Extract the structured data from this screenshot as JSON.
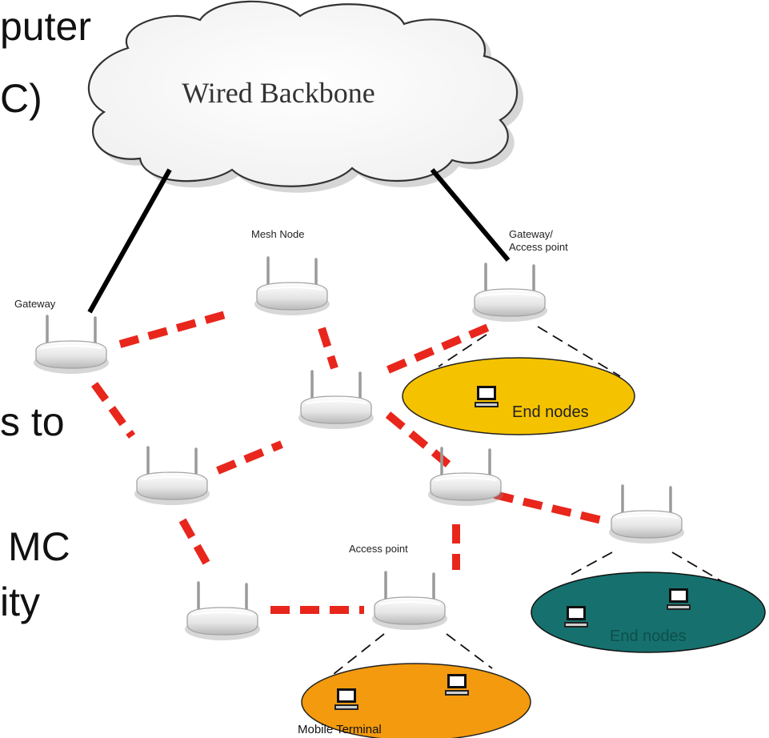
{
  "side_text": [
    "puter",
    "C)",
    "s to",
    "MC",
    "ity"
  ],
  "backbone": {
    "label": "Wired Backbone"
  },
  "labels": {
    "gateway": "Gateway",
    "mesh_node": "Mesh Node",
    "gateway_access_line1": "Gateway/",
    "gateway_access_line2": "Access point",
    "access_point": "Access point",
    "mobile_terminal": "Mobile Terminal"
  },
  "clusters": [
    {
      "label": "End nodes",
      "color": "#F5C200"
    },
    {
      "label": "End nodes",
      "color": "#16716E"
    },
    {
      "label": "Mobile Terminal",
      "color": "#F39A0E"
    }
  ],
  "colors": {
    "wireless_link": "#E8261C",
    "wired_link": "#000000",
    "device": "#e4e4e4"
  }
}
